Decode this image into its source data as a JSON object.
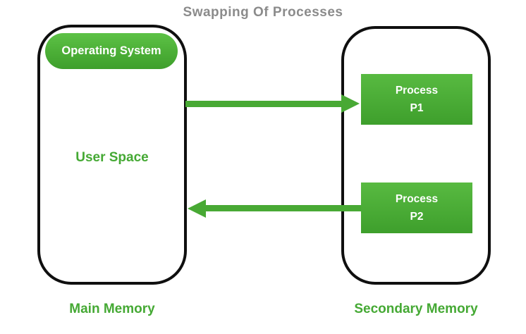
{
  "title": "Swapping Of Processes",
  "main_memory": {
    "label": "Main Memory",
    "operating_system_label": "Operating System",
    "user_space_label": "User Space"
  },
  "secondary_memory": {
    "label": "Secondary Memory",
    "processes": [
      {
        "line1": "Process",
        "line2": "P1"
      },
      {
        "line1": "Process",
        "line2": "P2"
      }
    ]
  },
  "arrows": [
    {
      "name": "swap-out-arrow",
      "direction": "right",
      "from": "Main Memory",
      "to": "Process P1"
    },
    {
      "name": "swap-in-arrow",
      "direction": "left",
      "from": "Process P2",
      "to": "Main Memory"
    }
  ],
  "colors": {
    "box_green_top": "#58ba41",
    "box_green_bottom": "#3e9f2c",
    "label_green": "#45a934",
    "arrow_green": "#48a934",
    "title_gray": "#8b8b8b",
    "outline_black": "#0f0f0f"
  }
}
